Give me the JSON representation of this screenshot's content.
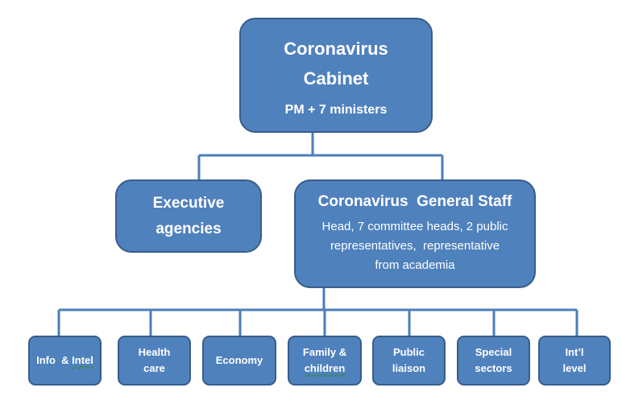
{
  "cabinet": {
    "title_line1": "Coronavirus",
    "title_line2": "Cabinet",
    "subtitle": "PM + 7 ministers"
  },
  "executive": {
    "line1": "Executive",
    "line2": "agencies"
  },
  "general_staff": {
    "title": "Coronavirus  General Staff",
    "desc_line1": "Head, 7 committee heads, 2 public",
    "desc_line2": "representatives,  representative",
    "desc_line3": "from academia"
  },
  "committees": [
    {
      "line1": "Info  & ",
      "line1_underlined": "Intel",
      "line2": ""
    },
    {
      "line1": "Health",
      "line2": "care"
    },
    {
      "line1": "Economy",
      "line2": ""
    },
    {
      "line1": "Family &",
      "line2": "children"
    },
    {
      "line1": "Public",
      "line2": "liaison"
    },
    {
      "line1": "Special",
      "line2": "sectors"
    },
    {
      "line1": "Int’l",
      "line2": "level"
    }
  ],
  "colors": {
    "box_fill": "#4f81bd",
    "box_border": "#385d8a",
    "connector": "#4a7ebb",
    "text": "#ffffff"
  }
}
